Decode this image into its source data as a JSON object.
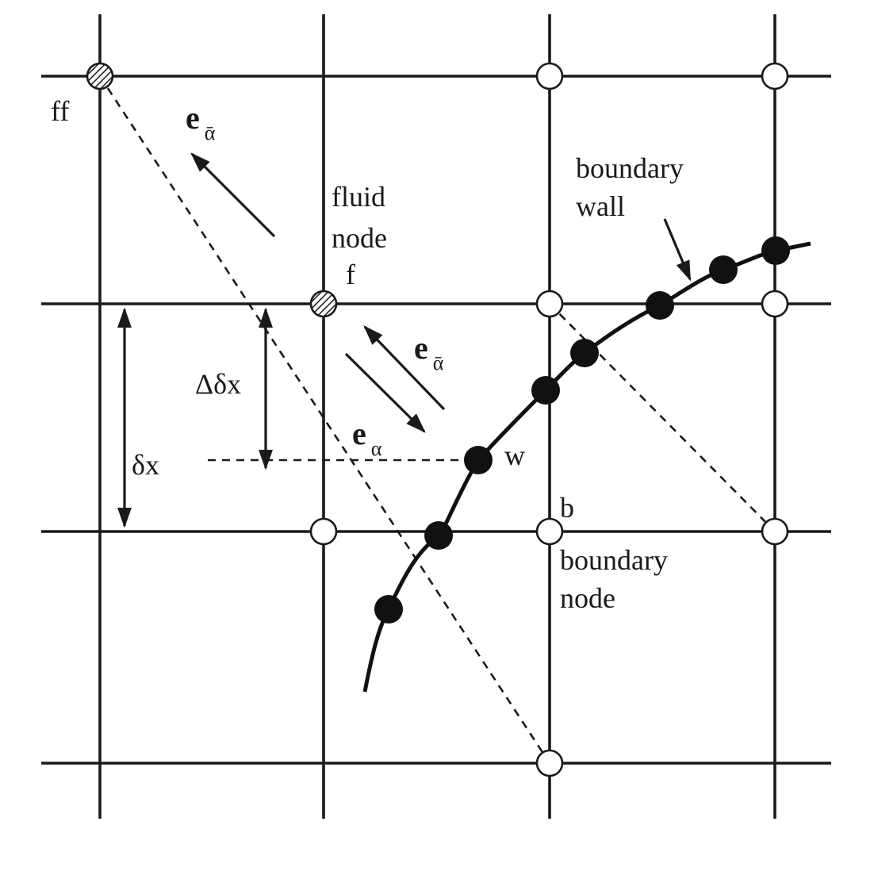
{
  "labels": {
    "ff": "ff",
    "fluid_node_line1": "fluid",
    "fluid_node_line2": "node",
    "f": "f",
    "boundary_wall_line1": "boundary",
    "boundary_wall_line2": "wall",
    "w": "w",
    "b": "b",
    "boundary_node_line1": "boundary",
    "boundary_node_line2": "node",
    "delta_delta_x": "Δδx",
    "delta_x": "δx"
  },
  "vectors": {
    "e_alpha_bar_top": {
      "letter": "e",
      "subscript": "ᾱ"
    },
    "e_alpha_bar_mid": {
      "letter": "e",
      "subscript": "ᾱ"
    },
    "e_alpha": {
      "letter": "e",
      "subscript": "α"
    }
  }
}
